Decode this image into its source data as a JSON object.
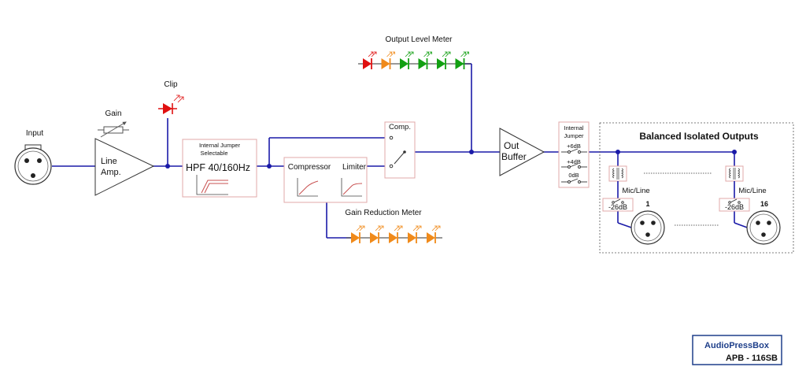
{
  "labels": {
    "input": "Input",
    "gain": "Gain",
    "line_amp_1": "Line",
    "line_amp_2": "Amp.",
    "clip": "Clip",
    "hpf_note_1": "Internal Jumper",
    "hpf_note_2": "Selectable",
    "hpf": "HPF 40/160Hz",
    "compressor": "Compressor",
    "limiter": "Limiter",
    "comp": "Comp.",
    "output_level_meter": "Output Level Meter",
    "gain_reduction_meter": "Gain Reduction Meter",
    "out_buffer_1": "Out",
    "out_buffer_2": "Buffer",
    "jumper_1": "Internal",
    "jumper_2": "Jumper",
    "plus6": "+6dB",
    "plus4": "+4dB",
    "zero": "0dB",
    "balanced_outputs": "Balanced Isolated Outputs",
    "mic_line": "Mic/Line",
    "minus26": "-26dB",
    "out_first": "1",
    "out_last": "16",
    "brand": "AudioPressBox",
    "model": "APB - 116SB"
  },
  "colors": {
    "wire": "#1a1aa8",
    "led_red": "#e01010",
    "led_orange": "#f08a1a",
    "led_green": "#12a012",
    "box_border": "#e0a8a8",
    "brand_blue": "#1e3f8a"
  },
  "output_meter_leds": [
    "red",
    "orange",
    "green",
    "green",
    "green",
    "green"
  ],
  "gain_reduction_leds": [
    "orange",
    "orange",
    "orange",
    "orange",
    "orange"
  ]
}
